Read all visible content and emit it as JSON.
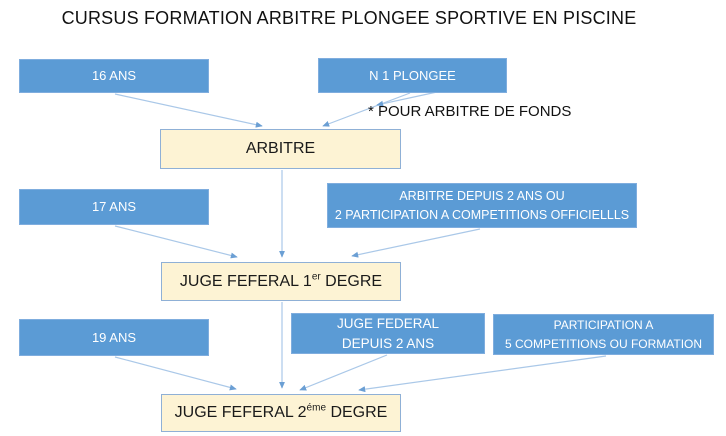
{
  "title": "CURSUS FORMATION ARBITRE PLONGEE SPORTIVE EN PISCINE",
  "footnote": "* POUR ARBITRE DE FONDS",
  "colors": {
    "box_blue": "#5b9bd5",
    "box_blue_border": "#7fadde",
    "box_cream": "#fdf3d4",
    "box_cream_border": "#8fb0d6",
    "arrow_line": "#aac8e8",
    "arrow_head": "#6b9fd4"
  },
  "boxes": {
    "age16": {
      "label": "16 ANS"
    },
    "n1plongee": {
      "label": "N 1 PLONGEE"
    },
    "arbitre": {
      "label": "ARBITRE"
    },
    "age17": {
      "label": "17 ANS"
    },
    "arbitre_depuis": {
      "line1": "ARBITRE DEPUIS 2 ANS OU",
      "line2": "2 PARTICIPATION A COMPETITIONS OFFICIELLLS"
    },
    "juge1": {
      "prefix": "JUGE FEFERAL 1",
      "sup": "er",
      "suffix": " DEGRE"
    },
    "age19": {
      "label": "19 ANS"
    },
    "juge_federal_depuis": {
      "line1": "JUGE FEDERAL",
      "line2": "DEPUIS 2 ANS"
    },
    "participation": {
      "line1": "PARTICIPATION A",
      "line2": "5 COMPETITIONS OU FORMATION"
    },
    "juge2": {
      "prefix": "JUGE FEFERAL 2",
      "sup": "éme",
      "suffix": " DEGRE"
    }
  }
}
